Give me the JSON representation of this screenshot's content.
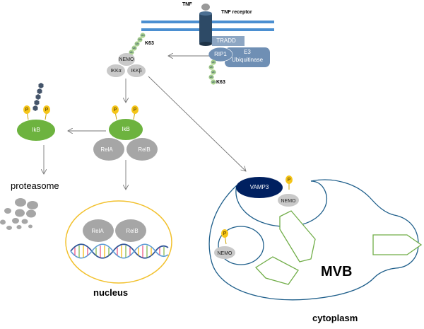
{
  "labels": {
    "tnf": "TNF",
    "tnf_receptor": "TNF receptor",
    "tradd": "TRADD",
    "rip1": "RIP1",
    "e3_line1": "E3",
    "e3_line2": "Ubiquitinase",
    "k63_top": "K63",
    "k63_bottom": "K63",
    "nemo": "NEMO",
    "ikka": "IKKα",
    "ikkb": "IKKβ",
    "ikb_left": "IkB",
    "ikb_center": "IkB",
    "rela": "RelA",
    "relb": "RelB",
    "rela_nucleus": "RelA",
    "relb_nucleus": "RelB",
    "proteasome": "proteasome",
    "nucleus": "nucleus",
    "vamp3": "VAMP3",
    "nemo_vamp": "NEMO",
    "nemo_vesicle": "NEMO",
    "mvb": "MVB",
    "cytoplasm": "cytoplasm",
    "ub": "Ub",
    "p": "P"
  },
  "colors": {
    "membrane": "#4b8fd1",
    "receptor": "#2d4a66",
    "adaptor": "#8da6c3",
    "nemo_gray": "#c9c9c9",
    "ikb_green": "#6db33f",
    "rel_gray": "#a6a6a6",
    "phospho_yellow": "#f5c518",
    "ubiquitin_green": "#a9d18e",
    "ubiquitin_navy": "#44546a",
    "vamp3_navy": "#002060",
    "nucleus_outline": "#f2c12e",
    "mvb_outline": "#1f5f8b",
    "cargo_outline": "#70ad47"
  }
}
